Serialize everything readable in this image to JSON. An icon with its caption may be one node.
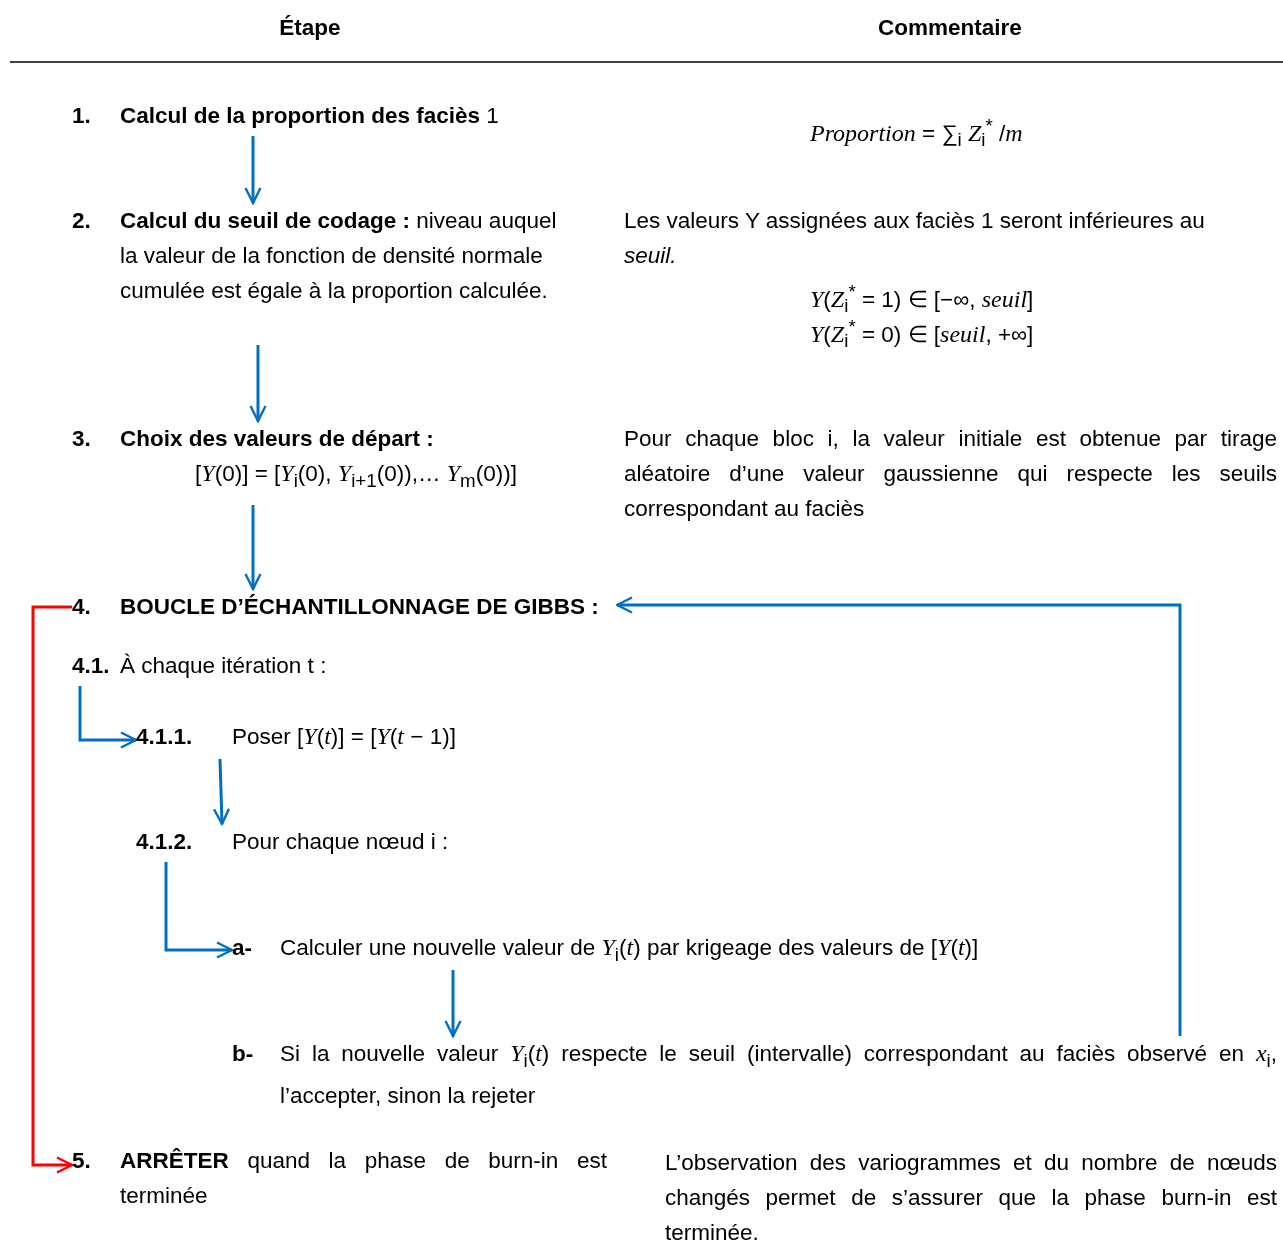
{
  "diagram": {
    "nodes": [
      {
        "text": [
          "1.",
          "**Calcul de la proportion des faciès** 1"
        ]
      },
      {
        "text": [
          "2.",
          "**Calcul du seuil de codage :** niveau auquel la valeur de la fonction de densité normale cumulée est égale à la proportion calculée."
        ]
      },
      {
        "text": [
          "3.",
          "Choix des valeurs de départ :",
          "[*Y*(0)] = [*Y*$_{i}$(0), *Y*$_{i+1}$(0)),… *Y*$_{m}$(0))]"
        ]
      },
      {
        "text": [
          "4.",
          "BOUCLE D’ÉCHANTILLONNAGE DE GIBBS :"
        ]
      },
      {
        "text": [
          "4.1.",
          "À chaque itération t :"
        ]
      },
      {
        "text": [
          "4.1.1.",
          "Poser [*Y*(*t*)] = [*Y*(*t* − 1)]"
        ]
      },
      {
        "text": [
          "4.1.2.",
          "Pour chaque nœud i :"
        ]
      },
      {
        "text": [
          "a-",
          "Calculer une nouvelle valeur de *Y*$_{i}$(*t*) par krigeage des valeurs de [*Y*(*t*)]"
        ]
      },
      {
        "text": [
          "b-",
          "Si la nouvelle valeur *Y*$_{i}$(*t*) respecte le seuil (intervalle) correspondant au faciès observé en *x*$_{i}$, l’accepter, sinon la rejeter"
        ]
      },
      {
        "text": [
          "5.",
          "**ARRÊTER** quand la phase de burn-in est terminée"
        ]
      }
    ],
    "edges": [
      {
        "from": 0,
        "to": 1,
        "arrow": "to"
      },
      {
        "from": 1,
        "to": 2,
        "arrow": "to"
      },
      {
        "from": 2,
        "to": 3,
        "arrow": "to"
      },
      {
        "from": 4,
        "to": 5,
        "arrow": "to"
      },
      {
        "from": 5,
        "to": 6,
        "arrow": "to"
      },
      {
        "from": 6,
        "to": 7,
        "arrow": "to"
      },
      {
        "from": 7,
        "to": 8,
        "arrow": "to"
      },
      {
        "from": 8,
        "to": 3,
        "arrow": "to"
      },
      {
        "from": 3,
        "to": 9,
        "arrow": "to",
        "color": "#ff0000"
      }
    ],
    "labels": [
      "Étape",
      "Commentaire",
      "*Proportion* = ∑$_{i}$ *Z*$_{i}$$^{*}$ /*m*",
      "Les valeurs Y assignées aux faciès 1 seront inférieures au *seuil.*",
      "*Y*(*Z*$_{i}$$^{*}$ = 1) ∈ [−∞, *seuil*]",
      "*Y*(*Z*$_{i}$$^{*}$ = 0) ∈ [*seuil*, +∞]",
      "Pour chaque bloc i, la valeur initiale est obtenue par tirage aléatoire d’une valeur gaussienne qui respecte les seuils correspondant au faciès",
      "L’observation des variogrammes et du nombre de nœuds changés permet de s’assurer que la phase burn-in est terminée."
    ]
  }
}
